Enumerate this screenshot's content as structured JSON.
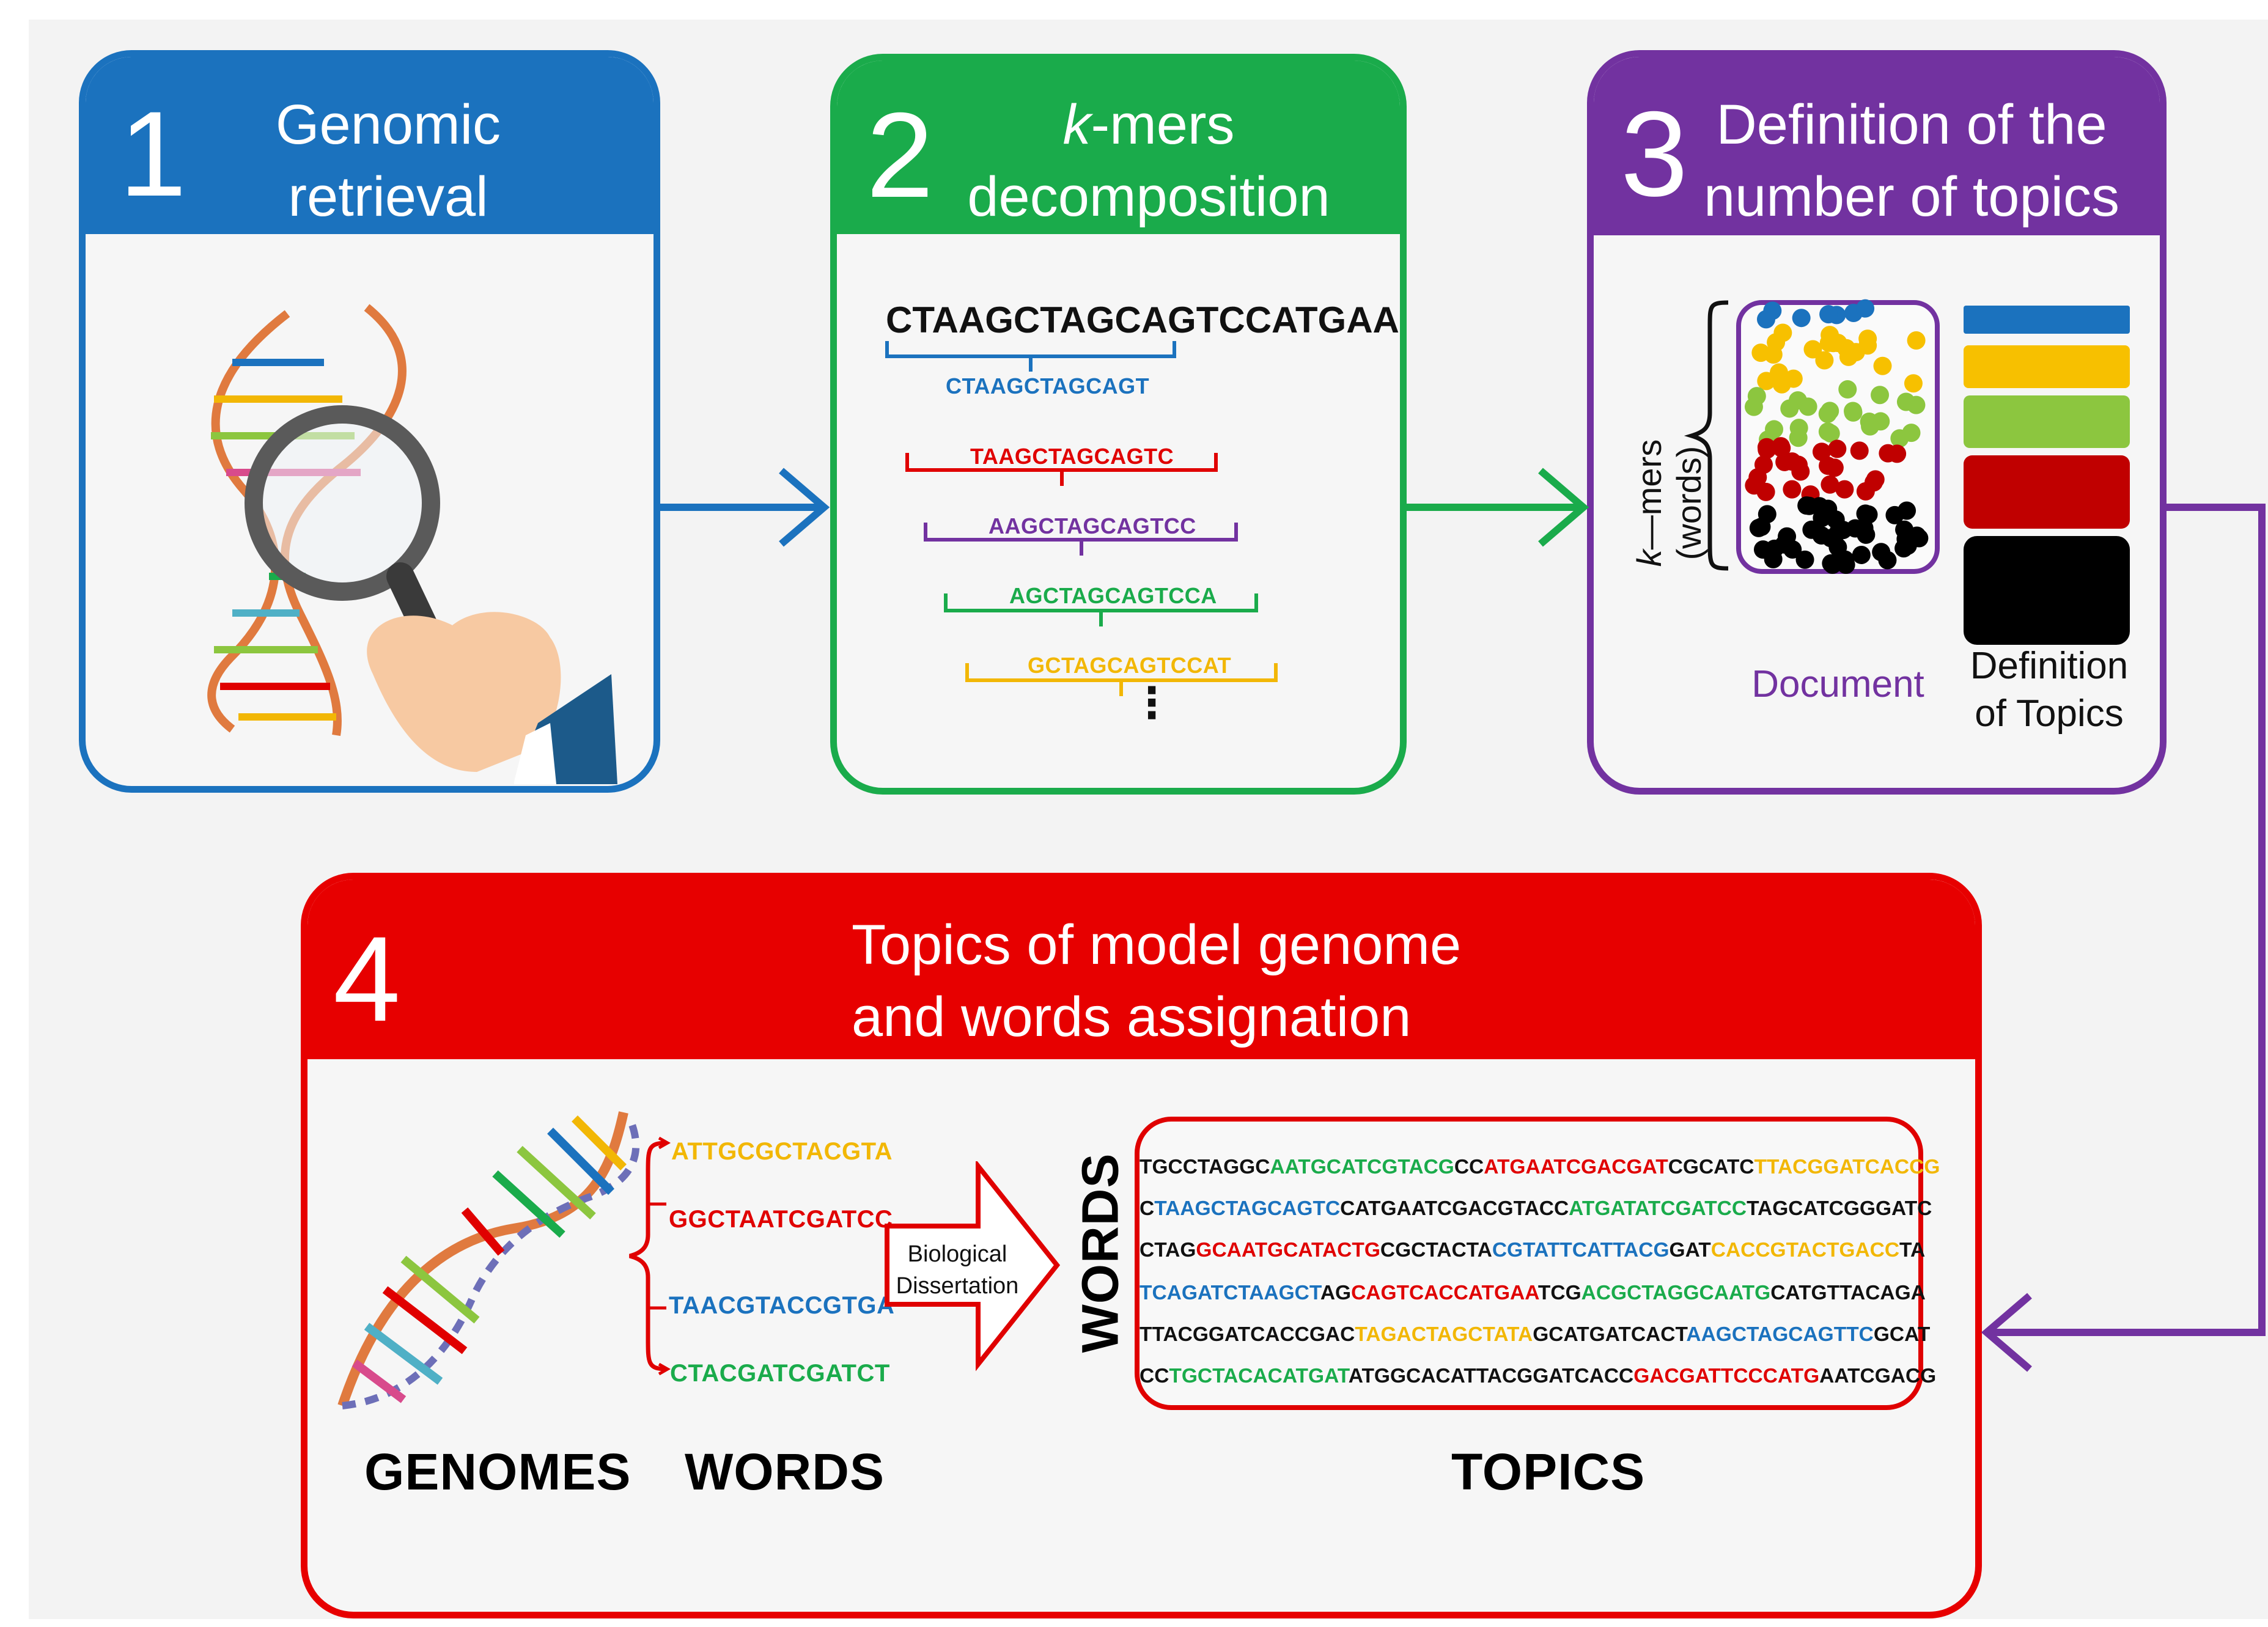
{
  "colors": {
    "blue": "#1b72be",
    "green": "#1aab4b",
    "purple": "#7232a0",
    "red": "#e70000",
    "yellow": "#f2b705",
    "lightgreen": "#8cc63f",
    "darkred": "#c00000",
    "black": "#000000"
  },
  "panel1": {
    "number": "1",
    "title_line1": "Genomic",
    "title_line2": "retrieval"
  },
  "panel2": {
    "number": "2",
    "title_k": "k",
    "title_rest": "-mers",
    "title_line2": "decomposition",
    "sequence": "CTAAGCTAGCAGTCCATGAA...",
    "kmers": [
      {
        "text": "CTAAGCTAGCAGT",
        "color": "#1b72be"
      },
      {
        "text": "TAAGCTAGCAGTC",
        "color": "#e00000"
      },
      {
        "text": "AAGCTAGCAGTCC",
        "color": "#7232a0"
      },
      {
        "text": "AGCTAGCAGTCCA",
        "color": "#1aab4b"
      },
      {
        "text": "GCTAGCAGTCCAT",
        "color": "#f2b705"
      }
    ],
    "ellipsis": "⋮"
  },
  "panel3": {
    "number": "3",
    "title_line1": "Definition of the",
    "title_line2": "number of topics",
    "axis_k": "k",
    "axis_rest": "—mers (words)",
    "document_label": "Document",
    "topics_label_line1": "Definition",
    "topics_label_line2": "of Topics",
    "topic_colors": [
      "#1b72be",
      "#f7c000",
      "#8cc63f",
      "#c00000",
      "#000000"
    ]
  },
  "panel4": {
    "number": "4",
    "title_line1": "Topics of model genome",
    "title_line2": "and words assignation",
    "words": [
      {
        "text": "ATTGCGCTACGTA",
        "color": "#f2b705"
      },
      {
        "text": "GGCTAATCGATCC",
        "color": "#e00000"
      },
      {
        "text": "TAACGTACCGTGA",
        "color": "#1b72be"
      },
      {
        "text": "CTACGATCGATCT",
        "color": "#1aab4b"
      }
    ],
    "arrow_line1": "Biological",
    "arrow_line2": "Dissertation",
    "words_vertical": "WORDS",
    "label_genomes": "GENOMES",
    "label_words": "WORDS",
    "label_topics": "TOPICS",
    "topic_rows": [
      [
        [
          "TGCCTAGGC",
          "#111111"
        ],
        [
          "AATGCATCGTACG",
          "#1aab4b"
        ],
        [
          "CC",
          "#111111"
        ],
        [
          "ATGAATCGACGAT",
          "#e00000"
        ],
        [
          "CGCATC",
          "#111111"
        ],
        [
          "TTACGGATCACCG",
          "#f2b705"
        ]
      ],
      [
        [
          "C",
          "#111111"
        ],
        [
          "TAAGCTAGCAGTC",
          "#1b72be"
        ],
        [
          "CATGAATCGACGTACC",
          "#111111"
        ],
        [
          "ATGATATCGATCC",
          "#1aab4b"
        ],
        [
          "TAGCATCGGGATC",
          "#111111"
        ]
      ],
      [
        [
          "CTAG",
          "#111111"
        ],
        [
          "GCAATGCATACTG",
          "#e00000"
        ],
        [
          "CGCTACTA",
          "#111111"
        ],
        [
          "CGTATTCATTACG",
          "#1b72be"
        ],
        [
          "GAT",
          "#111111"
        ],
        [
          "CACCGTACTGACC",
          "#f2b705"
        ],
        [
          "TA",
          "#111111"
        ]
      ],
      [
        [
          "TCAGATCTAAGCT",
          "#1b72be"
        ],
        [
          "AG",
          "#111111"
        ],
        [
          "CAGTCACCATGAA",
          "#e00000"
        ],
        [
          "TCG",
          "#111111"
        ],
        [
          "ACGCTAGGCAATG",
          "#1aab4b"
        ],
        [
          "CATGTTACAGA",
          "#111111"
        ]
      ],
      [
        [
          "TTACGGATCACCGAC",
          "#111111"
        ],
        [
          "TAGACTAGCTATA",
          "#f2b705"
        ],
        [
          "GCATGATCACT",
          "#111111"
        ],
        [
          "AAGCTAGCAGTTC",
          "#1b72be"
        ],
        [
          "GCAT",
          "#111111"
        ]
      ],
      [
        [
          "CC",
          "#111111"
        ],
        [
          "TGCTACACATGAT",
          "#1aab4b"
        ],
        [
          "ATGGCACATTACGGATCACC",
          "#111111"
        ],
        [
          "GACGATTCCCATG",
          "#e00000"
        ],
        [
          "AATCGACG",
          "#111111"
        ]
      ]
    ]
  }
}
